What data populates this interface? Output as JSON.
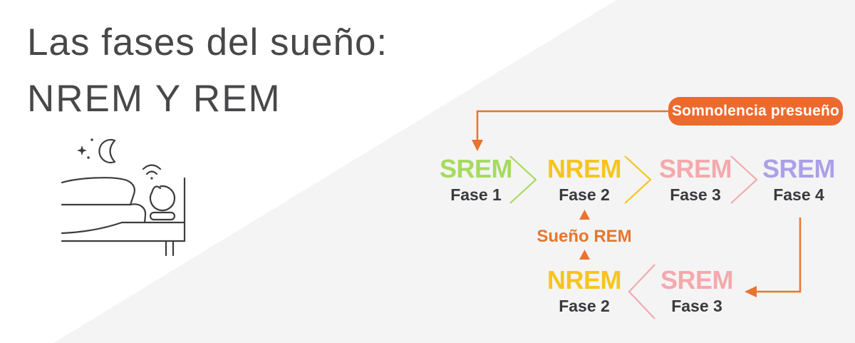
{
  "title": {
    "line1": "Las fases del sueño:",
    "line2": "NREM Y REM"
  },
  "badge": {
    "label": "Somnolencia presueño"
  },
  "flow": {
    "top_row": [
      {
        "name": "SREM",
        "fase": "Fase 1",
        "color": "#a6db5c"
      },
      {
        "name": "NREM",
        "fase": "Fase 2",
        "color": "#f6c51d"
      },
      {
        "name": "SREM",
        "fase": "Fase 3",
        "color": "#f4a9ac"
      },
      {
        "name": "SREM",
        "fase": "Fase 4",
        "color": "#aba0e8"
      }
    ],
    "bottom_row": [
      {
        "name": "NREM",
        "fase": "Fase 2",
        "color": "#f6c51d"
      },
      {
        "name": "SREM",
        "fase": "Fase 3",
        "color": "#f4a9ac"
      }
    ],
    "rem_label": "Sueño REM"
  },
  "icons": {
    "illustration": "person-sleeping-in-bed-with-alarm-clock-moon-and-stars",
    "moon": "crescent-moon-icon",
    "alarm": "smart-alarm-clock-icon"
  },
  "colors": {
    "accent_orange": "#ed6a2e",
    "arrow_orange": "#e9732f",
    "phase_green": "#a6db5c",
    "phase_yellow": "#f6c51d",
    "phase_pink": "#f4a9ac",
    "phase_purple": "#aba0e8",
    "text_dark_gray": "#3a3a3c",
    "title_gray": "#48484b",
    "bg_gray": "#f4f4f5",
    "bg_white": "#ffffff"
  }
}
